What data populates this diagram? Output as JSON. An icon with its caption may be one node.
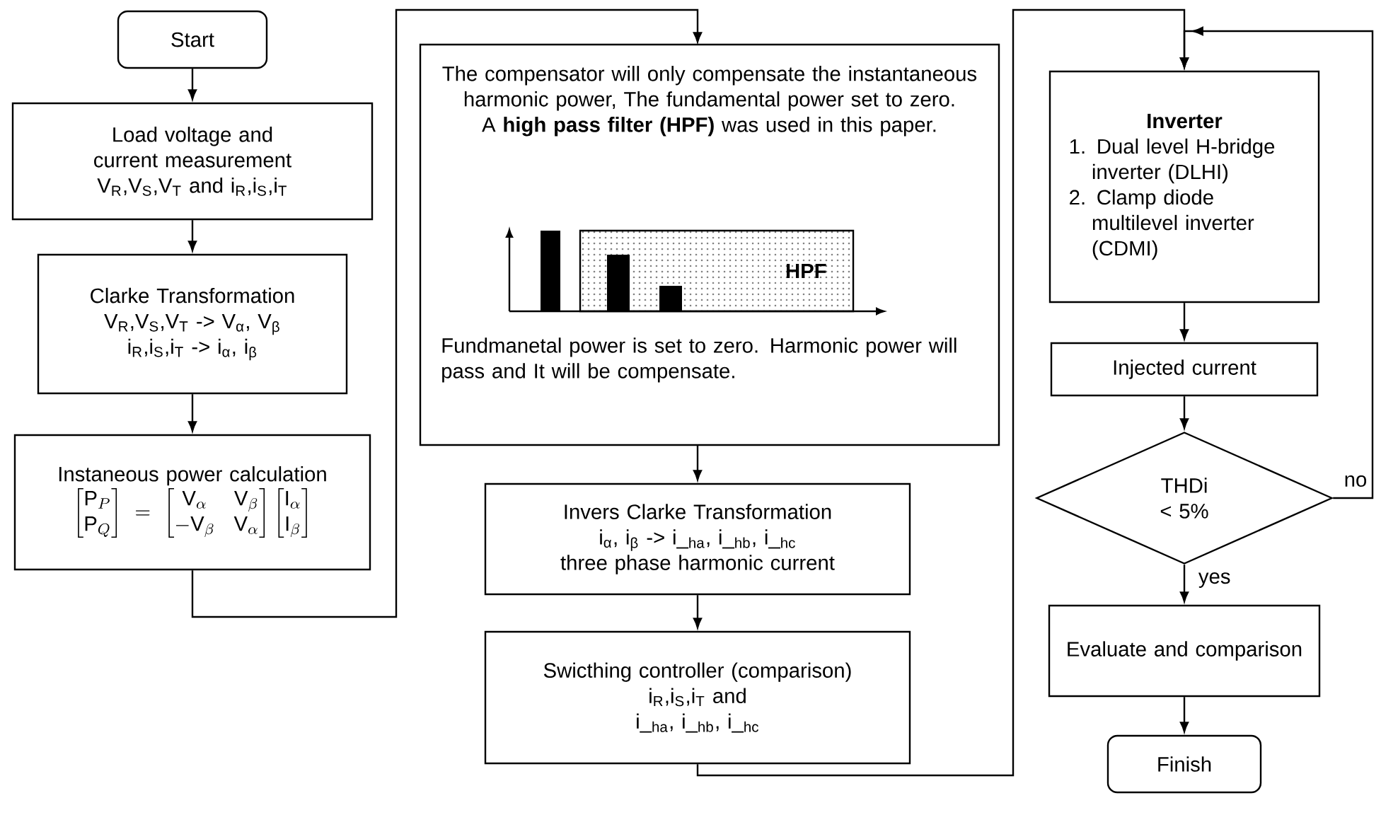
{
  "diagram": {
    "nodes": [
      {
        "text": [
          "Start"
        ]
      },
      {
        "text": [
          "Load voltage and current measurement",
          "V$_{R}$,V$_{S}$,V$_{T}$ and i$_{R}$,i$_{S}$,i$_{T}$"
        ]
      },
      {
        "text": [
          "Clarke Transformation",
          "V$_{R}$,V$_{S}$,V$_{T}$ -> V$_{α}$, V$_{β}$",
          "i$_{R}$,i$_{S}$,i$_{T}$ -> i$_{α}$, i$_{β}$"
        ]
      },
      {
        "text": [
          "Instaneous power calculation",
          "\\begin{bmatrix}\\mathrm{P}_P\\\\ \\mathrm{P}_Q\\end{bmatrix}=\\begin{bmatrix}\\mathrm{V}_\\alpha & \\mathrm{V}_\\beta\\\\ -\\mathrm{V}_\\beta & \\mathrm{V}_\\alpha\\end{bmatrix}\\begin{bmatrix}\\mathrm{I}_\\alpha\\\\ \\mathrm{I}_\\beta\\end{bmatrix}"
        ]
      },
      {
        "text": [
          "The compensator will only compensate the instantaneous harmonic power, The fundamental power set to zero. A **high pass filter (HPF)** was used in this paper.",
          "Fundmanetal power is set to zero. Harmonic power will pass and It will be compensate."
        ]
      },
      {
        "text": [
          "HPF"
        ],
        "in": 4
      },
      {
        "text": [
          "Invers Clarke Transformation",
          "i$_{α}$, i$_{β}$ -> i_$_{ha}$, i_$_{hb}$, i_$_{hc}$",
          "three phase harmonic current"
        ]
      },
      {
        "text": [
          "Swicthing controller (comparison)",
          "i$_{R}$,i$_{S}$,i$_{T}$ and",
          "i_$_{ha}$, i_$_{hb}$, i_$_{hc}$"
        ]
      },
      {
        "text": [
          "Inverter",
          "1. Dual level H-bridge inverter (DLHI)",
          "2. Clamp diode multilevel inverter (CDMI)"
        ]
      },
      {
        "text": [
          "Injected current"
        ]
      },
      {
        "text": [
          "THDi < 5%"
        ]
      },
      {
        "text": [
          "Evaluate and comparison"
        ]
      },
      {
        "text": [
          "Finish"
        ]
      }
    ],
    "edges": [
      {
        "from": 0,
        "to": 1,
        "arrow": "to"
      },
      {
        "from": 1,
        "to": 2,
        "arrow": "to"
      },
      {
        "from": 2,
        "to": 3,
        "arrow": "to"
      },
      {
        "from": 3,
        "to": 4,
        "arrow": "to"
      },
      {
        "from": 4,
        "to": 6,
        "arrow": "to"
      },
      {
        "from": 6,
        "to": 7,
        "arrow": "to"
      },
      {
        "from": 7,
        "to": 8,
        "arrow": "to"
      },
      {
        "from": 8,
        "to": 9,
        "arrow": "to"
      },
      {
        "from": 9,
        "to": 10,
        "arrow": "to"
      },
      {
        "from": 10,
        "to": 11,
        "arrow": "to",
        "label": "yes"
      },
      {
        "from": 10,
        "to": 8,
        "arrow": "to",
        "label": "no"
      },
      {
        "from": 11,
        "to": 12,
        "arrow": "to"
      }
    ]
  }
}
